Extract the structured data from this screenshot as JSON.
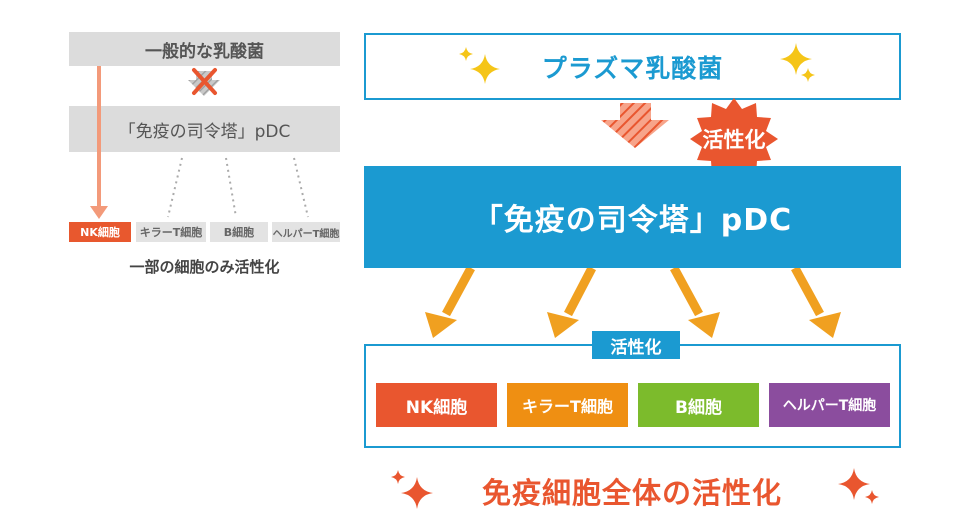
{
  "left_panel": {
    "general_bacteria": "一般的な乳酸菌",
    "pdc": "「免疫の司令塔」pDC",
    "cells": [
      {
        "label": "NK細胞",
        "color": "#e8582e"
      },
      {
        "label": "キラーT細胞",
        "color": ""
      },
      {
        "label": "B細胞",
        "color": ""
      },
      {
        "label": "ヘルパーT細胞",
        "color": ""
      }
    ],
    "caption": "一部の細胞のみ活性化"
  },
  "right_panel": {
    "plasma": "プラズマ乳酸菌",
    "activation_badge": "活性化",
    "pdc": "「免疫の司令塔」pDC",
    "activation_label": "活性化",
    "cells": [
      {
        "label": "NK細胞",
        "color": "#e9562f"
      },
      {
        "label": "キラーT細胞",
        "color": "#ef8f12"
      },
      {
        "label": "B細胞",
        "color": "#7cbb2c"
      },
      {
        "label": "ヘルパーT細胞",
        "color": "#8b4d9e"
      }
    ],
    "footer": "免疫細胞全体の活性化"
  },
  "colors": {
    "accent_blue": "#1b9ad1",
    "accent_orange": "#e9562f",
    "arrow_yellow": "#f0a020",
    "star_yellow": "#f5c518"
  }
}
